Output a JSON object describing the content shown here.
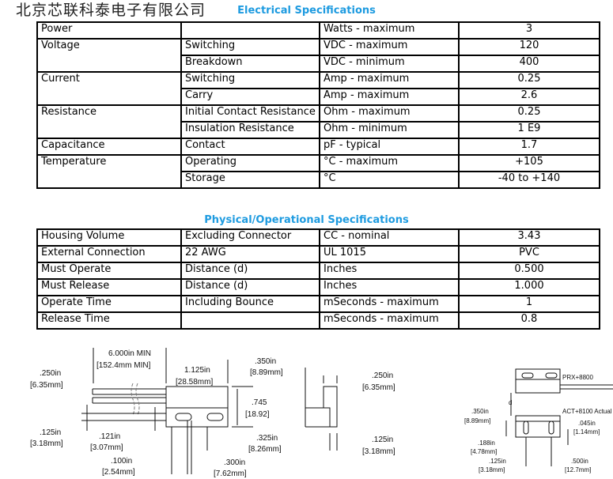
{
  "electrical": {
    "title": "Electrical Specifications",
    "rows": [
      [
        "Power",
        "",
        "Watts - maximum",
        "3"
      ],
      [
        "Voltage",
        "Switching",
        "VDC - maximum",
        "120"
      ],
      [
        "",
        "Breakdown",
        "VDC - minimum",
        "400"
      ],
      [
        "Current",
        "Switching",
        "Amp - maximum",
        "0.25"
      ],
      [
        "",
        "Carry",
        "Amp - maximum",
        "2.6"
      ],
      [
        "Resistance",
        "Initial Contact Resistance",
        "Ohm - maximum",
        "0.25"
      ],
      [
        "",
        "Insulation Resistance",
        "Ohm - minimum",
        "1 E9"
      ],
      [
        "Capacitance",
        "Contact",
        "pF - typical",
        "1.7"
      ],
      [
        "Temperature",
        "Operating",
        "°C - maximum",
        "+105"
      ],
      [
        "",
        "Storage",
        "°C",
        "-40 to +140"
      ]
    ]
  },
  "physical": {
    "title": "Physical/Operational Specifications",
    "rows": [
      [
        "Housing Volume",
        "Excluding Connector",
        "CC - nominal",
        "3.43"
      ],
      [
        "External Connection",
        "22 AWG",
        "UL 1015",
        "PVC"
      ],
      [
        "Must Operate",
        "Distance (d)",
        "Inches",
        "0.500"
      ],
      [
        "Must Release",
        "Distance (d)",
        "Inches",
        "1.000"
      ],
      [
        "Operate Time",
        "Including Bounce",
        "mSeconds - maximum",
        "1"
      ],
      [
        "Release Time",
        "",
        "mSeconds - maximum",
        "0.8"
      ]
    ]
  },
  "watermark": "北京芯联科泰电子有限公司",
  "drawing": {
    "front": {
      "len_in": "6.000in MIN",
      "len_mm": "[152.4mm MIN]",
      "wire_in": ".250in",
      "wire_mm": "[6.35mm]",
      "body_in": "1.125in",
      "body_mm": "[28.58mm]",
      "top_in": ".350in",
      "top_mm": "[8.89mm]",
      "h_in": ".745",
      "h_mm": "[18.92]",
      "a_in": ".125in",
      "a_mm": "[3.18mm]",
      "b_in": ".121in",
      "b_mm": "[3.07mm]",
      "c_in": ".100in",
      "c_mm": "[2.54mm]",
      "d_in": ".325in",
      "d_mm": "[8.26mm]",
      "e_in": ".300in",
      "e_mm": "[7.62mm]"
    },
    "side": {
      "w_in": ".250in",
      "w_mm": "[6.35mm]",
      "s_in": ".125in",
      "s_mm": "[3.18mm]"
    },
    "pair": {
      "sensor": "PRX+8800",
      "actuator": "ACT+8100 Actual",
      "d": "d",
      "a_in": ".350in",
      "a_mm": "[8.89mm]",
      "b_in": ".045in",
      "b_mm": "[1.14mm]",
      "c_in": ".188in",
      "c_mm": "[4.78mm]",
      "e_in": ".125in",
      "e_mm": "[3.18mm]",
      "f_in": ".500in",
      "f_mm": "[12.7mm]"
    }
  }
}
